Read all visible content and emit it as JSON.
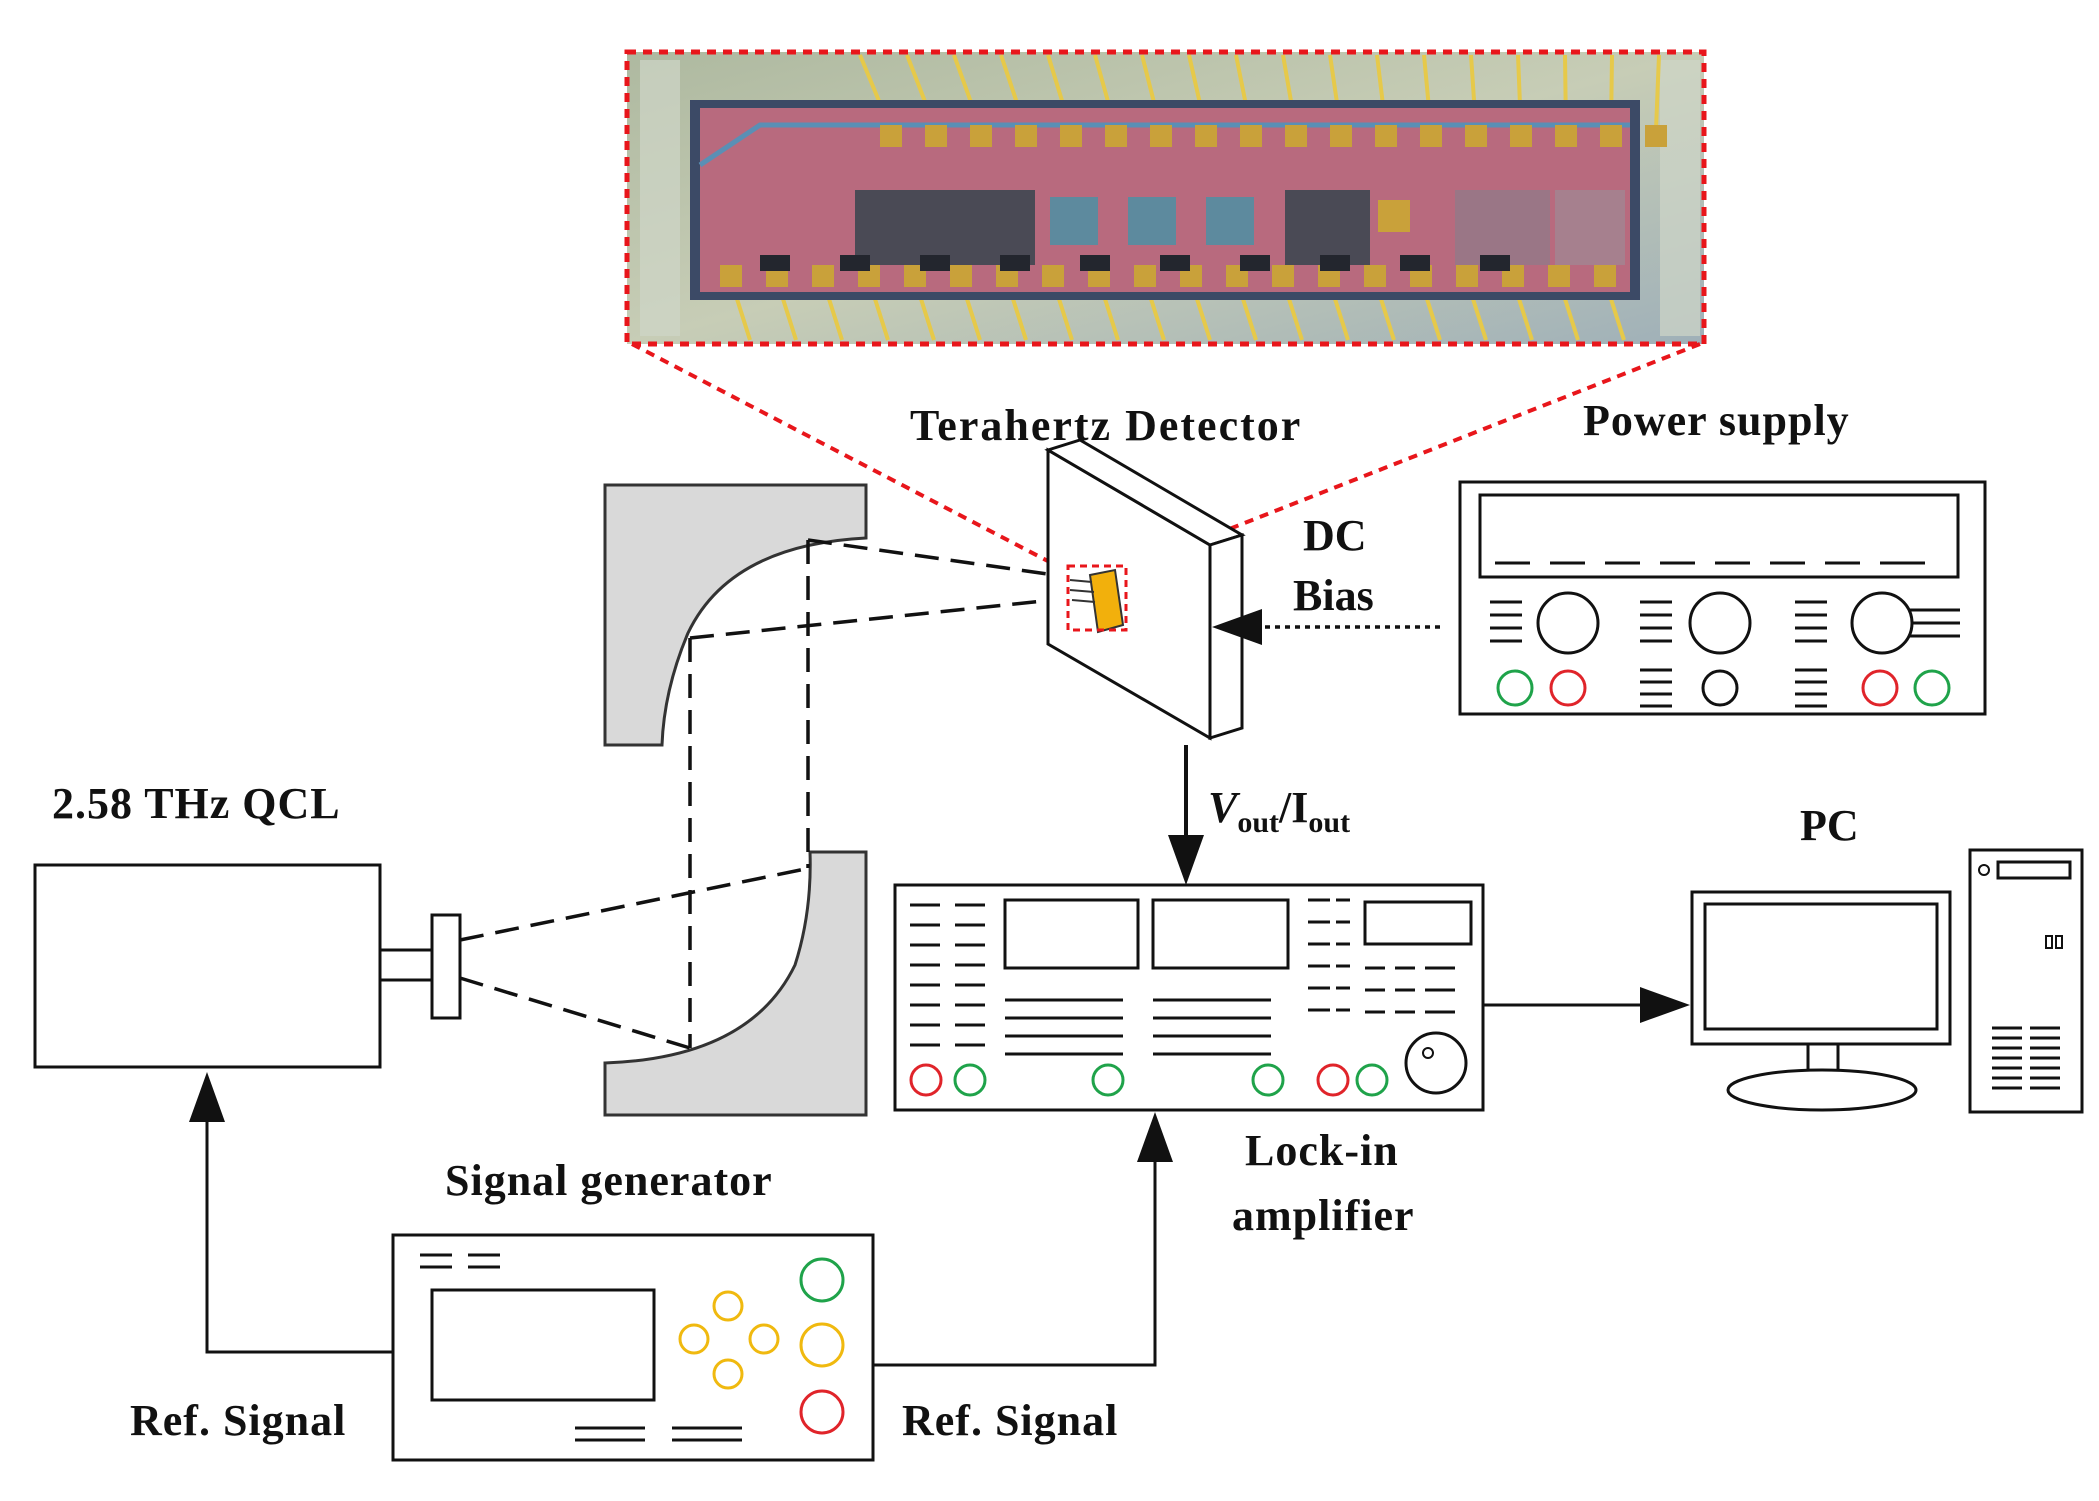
{
  "labels": {
    "detector": "Terahertz Detector",
    "power_supply": "Power supply",
    "dc_bias_line1": "DC",
    "dc_bias_line2": "Bias",
    "qcl": "2.58 THz QCL",
    "vout_v": "V",
    "vout_sub": "out",
    "iout_slash": "/I",
    "iout_sub": "out",
    "pc": "PC",
    "lockin_line1": "Lock-in",
    "lockin_line2": "amplifier",
    "signal_generator": "Signal generator",
    "ref_signal_left": "Ref. Signal",
    "ref_signal_right": "Ref. Signal"
  },
  "colors": {
    "red_knob": "#e0242a",
    "green_knob": "#1fa34a",
    "yellow_knob": "#f0b90f",
    "detector_chip": "#f2b00c",
    "zoom_outline": "#e8161b",
    "mirror_fill": "#d9d9d9",
    "chip_substrate": "#b86a7e",
    "chip_border": "#9fb4c2"
  },
  "icons": [
    "parabolic-mirror-top",
    "parabolic-mirror-bottom",
    "detector-board",
    "power-supply-unit",
    "lock-in-amplifier-unit",
    "signal-generator-unit",
    "pc-monitor",
    "pc-tower",
    "chip-micrograph"
  ]
}
